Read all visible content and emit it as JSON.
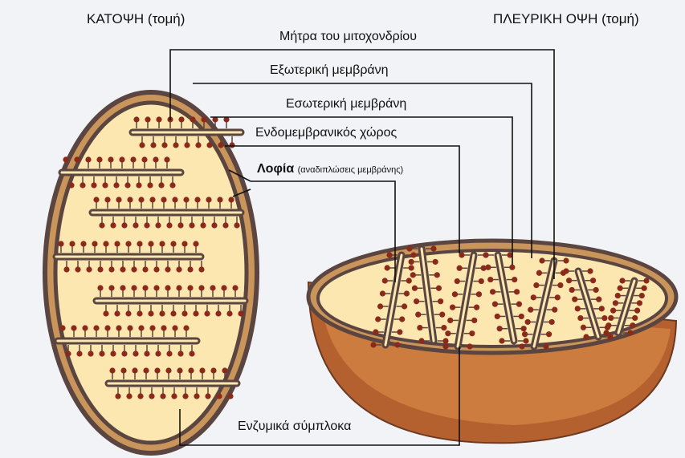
{
  "headers": {
    "top_view": "ΚΑΤΟΨΗ (τομή)",
    "side_view": "ΠΛΕΥΡΙΚΗ ΟΨΗ (τομή)"
  },
  "labels": {
    "matrix": "Μήτρα του μιτοχονδρίου",
    "outer_membrane": "Εξωτερική μεμβράνη",
    "inner_membrane": "Εσωτερική μεμβράνη",
    "intermembrane_space": "Ενδομεμβρανικός χώρος",
    "cristae": "Λοφία",
    "cristae_note": "(αναδιπλώσεις μεμβράνης)",
    "enzyme_complexes": "Ενζυμικά σύμπλοκα"
  },
  "colors": {
    "background": "#f1f3f7",
    "outer_fill": "#c9955a",
    "outline": "#5a4540",
    "inner_fill": "#fde7b1",
    "enzyme_dots": "#8b2a1a",
    "bowl_outer": "#b5602f",
    "bowl_inner": "#dc8f4a",
    "leader_lines": "#111111"
  }
}
